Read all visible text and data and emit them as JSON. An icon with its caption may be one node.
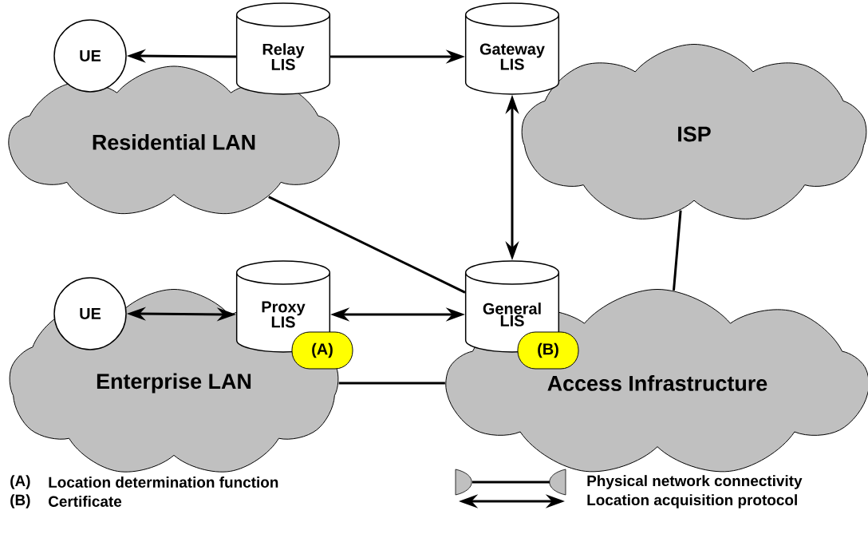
{
  "diagram": {
    "nodes": [
      {
        "text": [
          "Residential LAN"
        ]
      },
      {
        "text": [
          "UE"
        ]
      },
      {
        "text": [
          "Relay LIS"
        ]
      },
      {
        "text": [
          "ISP"
        ]
      },
      {
        "text": [
          "Gateway LIS"
        ]
      },
      {
        "text": [
          "Enterprise LAN"
        ]
      },
      {
        "text": [
          "UE"
        ],
        "in": 5
      },
      {
        "text": [
          "Proxy LIS"
        ]
      },
      {
        "text": [
          "(A)"
        ],
        "in": 5
      },
      {
        "text": [
          "Access Infrastructure"
        ]
      },
      {
        "text": [
          "General LIS"
        ]
      },
      {
        "text": [
          "(B)"
        ],
        "in": 9
      }
    ],
    "edges": [
      {
        "from": 2,
        "to": 1,
        "arrow": "to"
      },
      {
        "from": 2,
        "to": 4,
        "arrow": "to"
      },
      {
        "from": 4,
        "to": 10,
        "arrow": "both"
      },
      {
        "from": 0,
        "to": 10,
        "arrow": "none"
      },
      {
        "from": 3,
        "to": 9,
        "arrow": "none"
      },
      {
        "from": 6,
        "to": 7,
        "arrow": "both"
      },
      {
        "from": 7,
        "to": 10,
        "arrow": "both"
      },
      {
        "from": 5,
        "to": 9,
        "arrow": "none"
      }
    ],
    "labels": [
      "(A)",
      "Location determination function",
      "(B)",
      "Certificate"
    ],
    "legend": [
      {
        "text": "Physical network connectivity"
      },
      {
        "text": "Location acquisition protocol"
      }
    ]
  }
}
